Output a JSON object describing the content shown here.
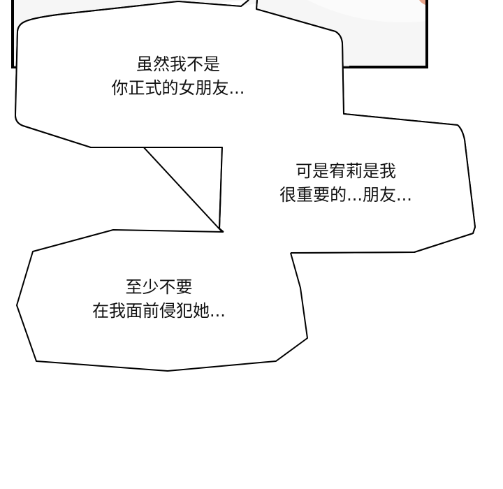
{
  "comic": {
    "bubbles": [
      {
        "lines": [
          "虽然我不是",
          "你正式的女朋友..."
        ]
      },
      {
        "lines": [
          "可是宥莉是我",
          "很重要的...朋友..."
        ]
      },
      {
        "lines": [
          "至少不要",
          "在我面前侵犯她..."
        ]
      }
    ]
  },
  "colors": {
    "background": "#ffffff",
    "ink": "#111111",
    "panel_border": "#000000",
    "skin_tone": "#e8a48a"
  }
}
